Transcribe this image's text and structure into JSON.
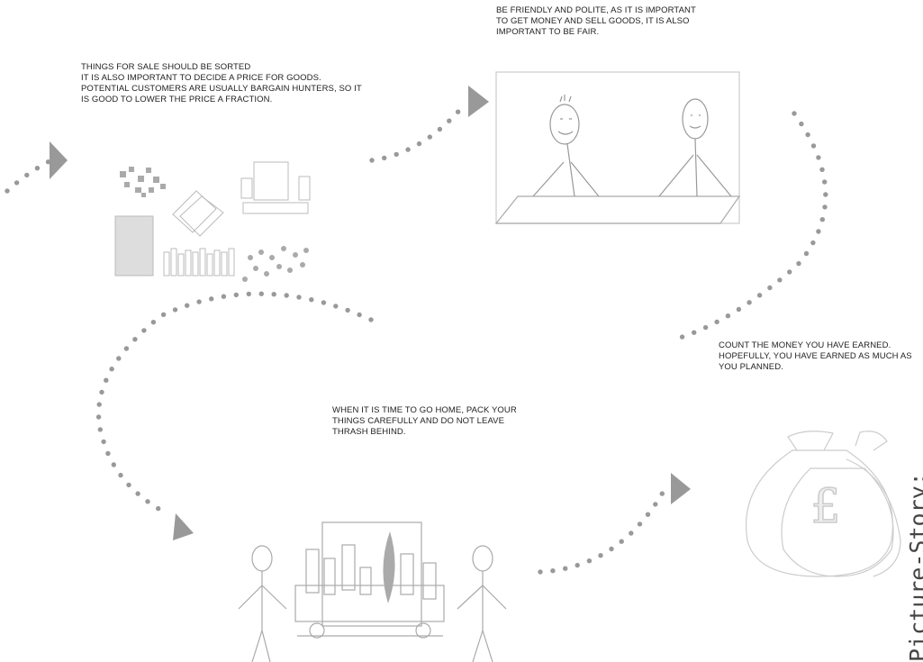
{
  "captions": {
    "sort": "THINGS FOR SALE SHOULD BE SORTED\nIT IS ALSO IMPORTANT TO DECIDE A PRICE FOR GOODS. POTENTIAL CUSTOMERS ARE USUALLY BARGAIN HUNTERS, SO IT IS GOOD TO LOWER THE PRICE A FRACTION.",
    "friendly": "BE FRIENDLY AND POLITE, AS IT IS IMPORTANT TO GET MONEY AND SELL GOODS, IT IS ALSO IMPORTANT TO BE FAIR.",
    "count": "COUNT THE MONEY YOU HAVE EARNED.\nHOPEFULLY, YOU HAVE EARNED AS MUCH AS YOU PLANNED.",
    "pack": "WHEN IT IS TIME TO GO HOME, PACK YOUR THINGS CAREFULLY AND DO NOT LEAVE THRASH BEHIND."
  },
  "side_title": "Picture-Story:",
  "money_symbol": "£",
  "colors": {
    "arrow": "#999999",
    "sketch": "#bbbbbb",
    "text": "#222222"
  }
}
